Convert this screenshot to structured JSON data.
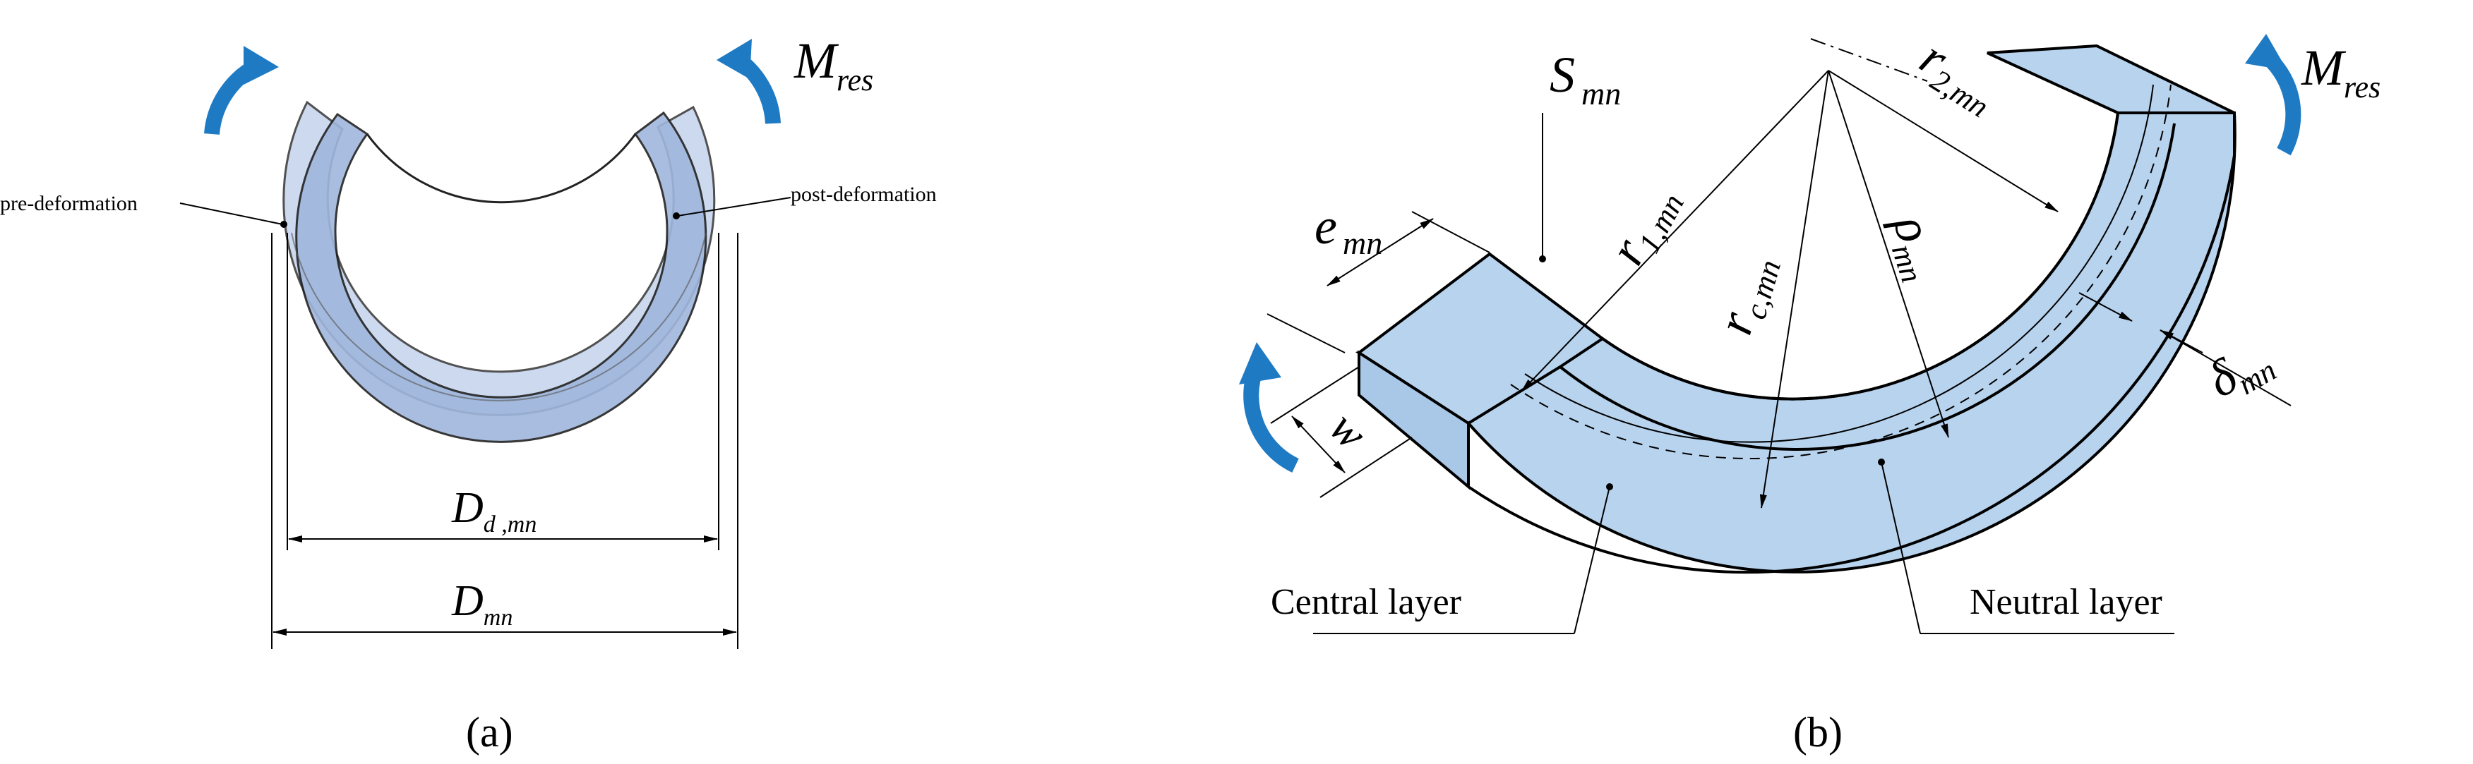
{
  "panel_a": {
    "caption": "(a)",
    "moment_label": "M",
    "moment_sub": "res",
    "pre_label": "pre-deformation",
    "post_label": "post-deformation",
    "dim_inner": "D",
    "dim_inner_sub": "d ,mn",
    "dim_outer": "D",
    "dim_outer_sub": "mn"
  },
  "panel_b": {
    "caption": "(b)",
    "moment_label": "M",
    "moment_sub": "res",
    "section_label": "S",
    "section_sub": "mn",
    "thickness_label": "e",
    "thickness_sub": "mn",
    "width_label": "w",
    "r1_label": "r",
    "r1_sub": "1,mn",
    "rc_label": "r",
    "rc_sub": "c,mn",
    "rho_label": "ρ",
    "rho_sub": "mn",
    "r2_label": "r",
    "r2_sub": "2,mn",
    "delta_label": "δ",
    "delta_sub": "mn",
    "central_layer": "Central layer",
    "neutral_layer": "Neutral layer"
  },
  "colors": {
    "ring_fill": "#9fb6dc",
    "ring_light": "#c4d3ec",
    "ring_post": "#a9c7d8",
    "block_fill": "#b8d3ee",
    "arrow_blue": "#1f7ac4",
    "line": "#000000"
  }
}
